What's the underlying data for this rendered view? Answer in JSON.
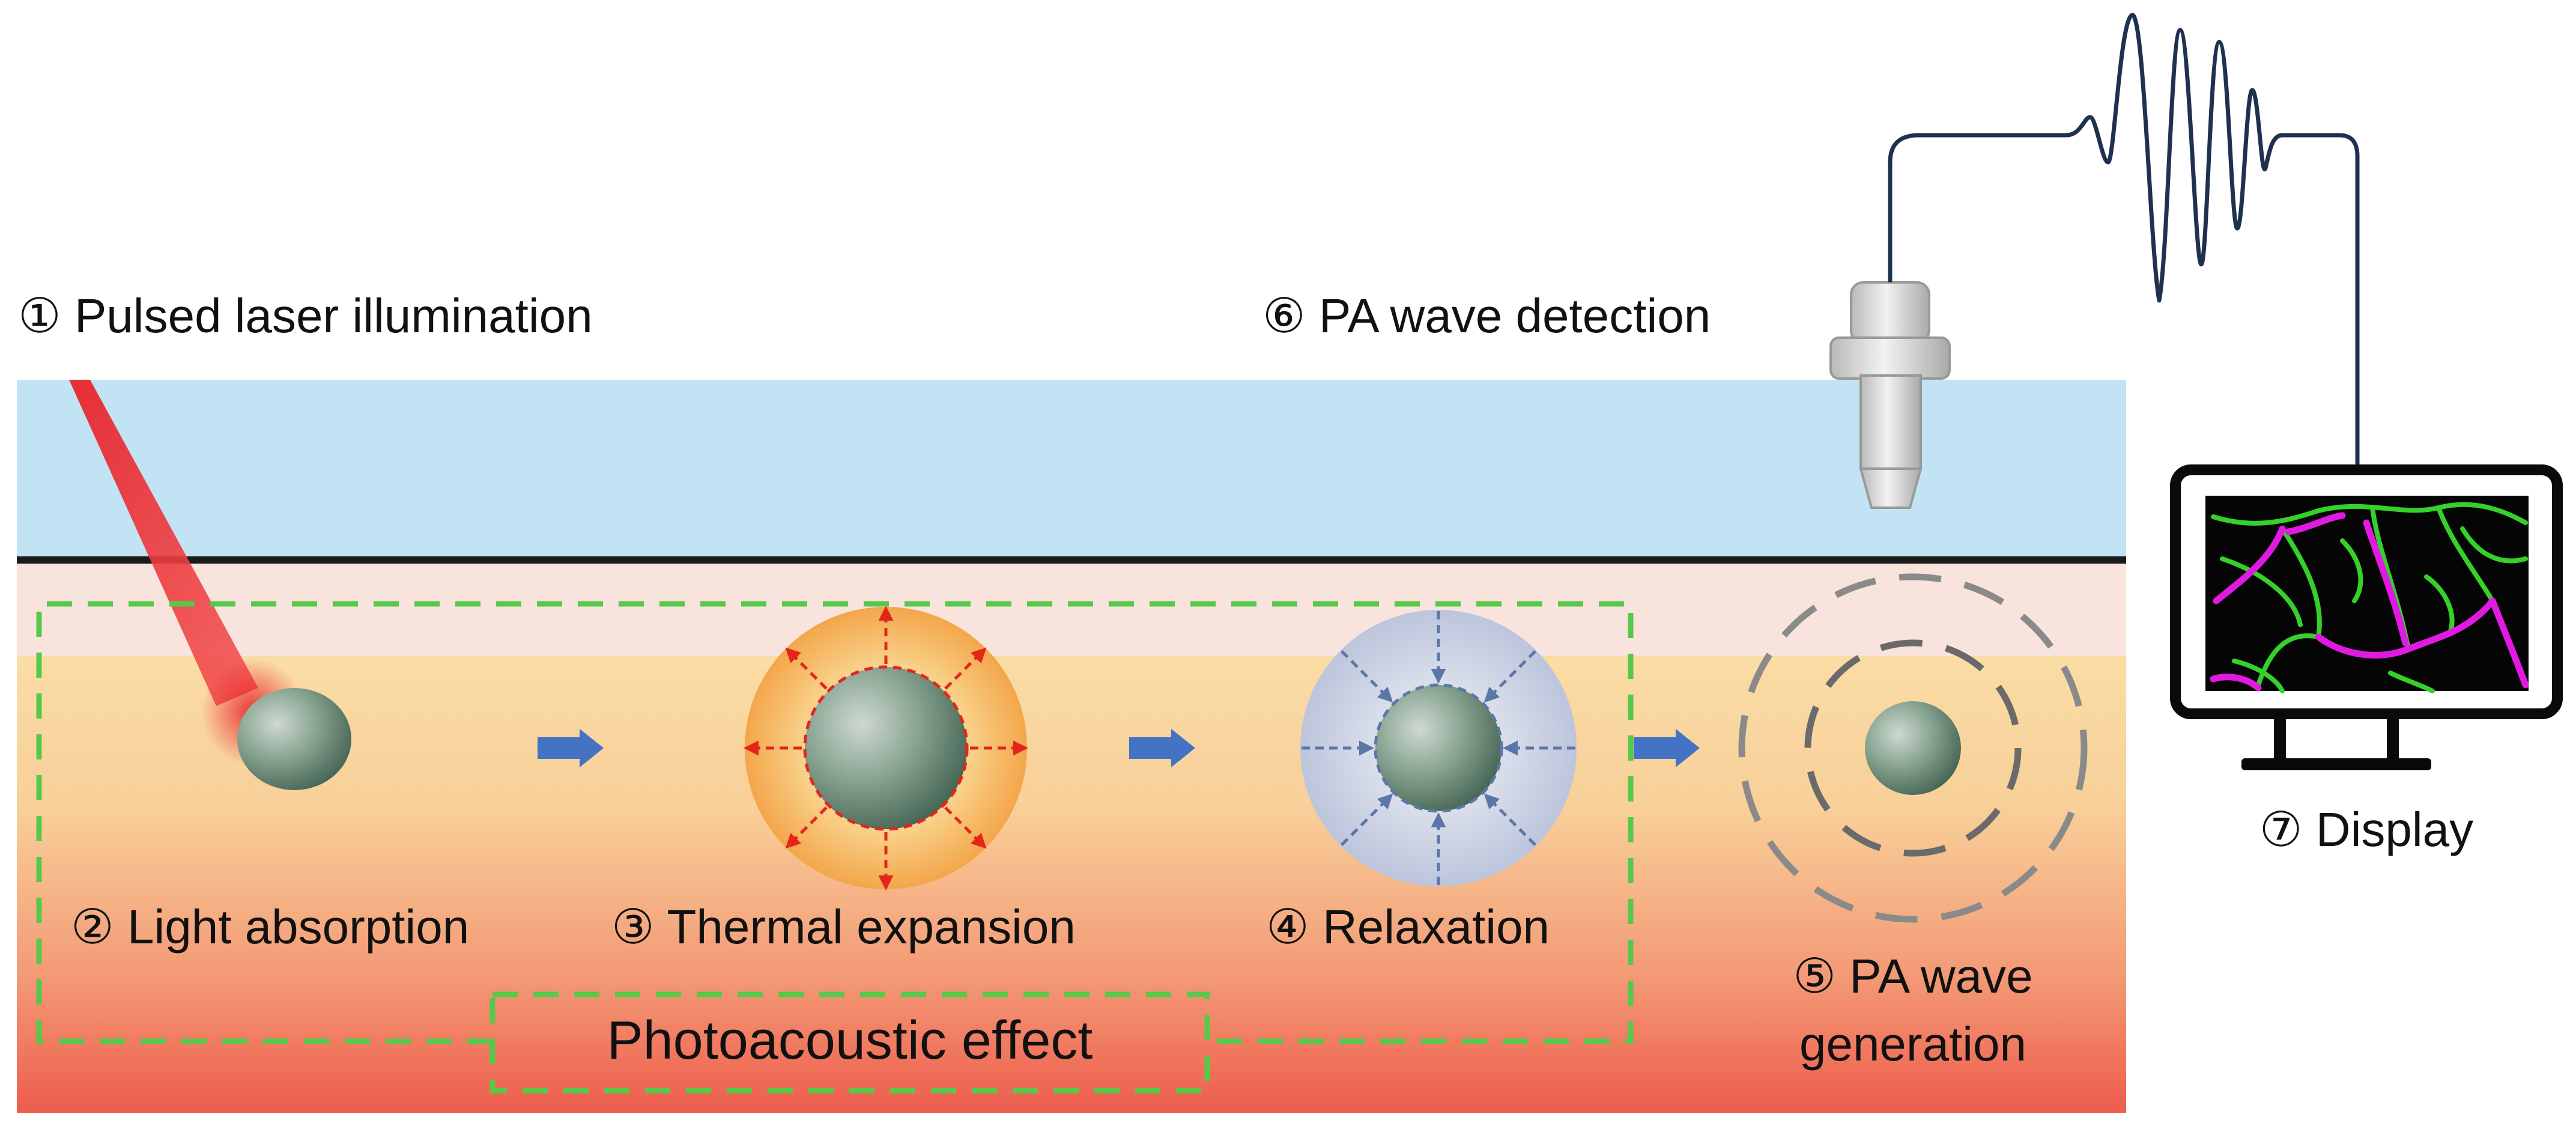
{
  "labels": {
    "step1": "① Pulsed laser illumination",
    "step2": "② Light absorption",
    "step3": "③ Thermal expansion",
    "step4": "④ Relaxation",
    "step5_line1": "⑤ PA wave",
    "step5_line2": "generation",
    "step6": "⑥ PA wave detection",
    "step7": "⑦ Display",
    "effect": "Photoacoustic effect"
  },
  "colors": {
    "water": "#c2e3f3",
    "skin_top": "#f8e6dc",
    "tissue_top": "#fbe3a8",
    "tissue_bottom": "#ee5f4f",
    "laser": "#e8242c",
    "absorber": "#5e7f6c",
    "expansion_halo": "#f5b84a",
    "expansion_arrow": "#e3261c",
    "relax_halo": "#c9d0e3",
    "relax_arrow": "#5b77a6",
    "step_arrow": "#4472c4",
    "dashed_box": "#57c94a",
    "wavefront": "#7a7a7a",
    "signal": "#1f3150",
    "vessel_green": "#35d12a",
    "vessel_magenta": "#e01ae0"
  }
}
